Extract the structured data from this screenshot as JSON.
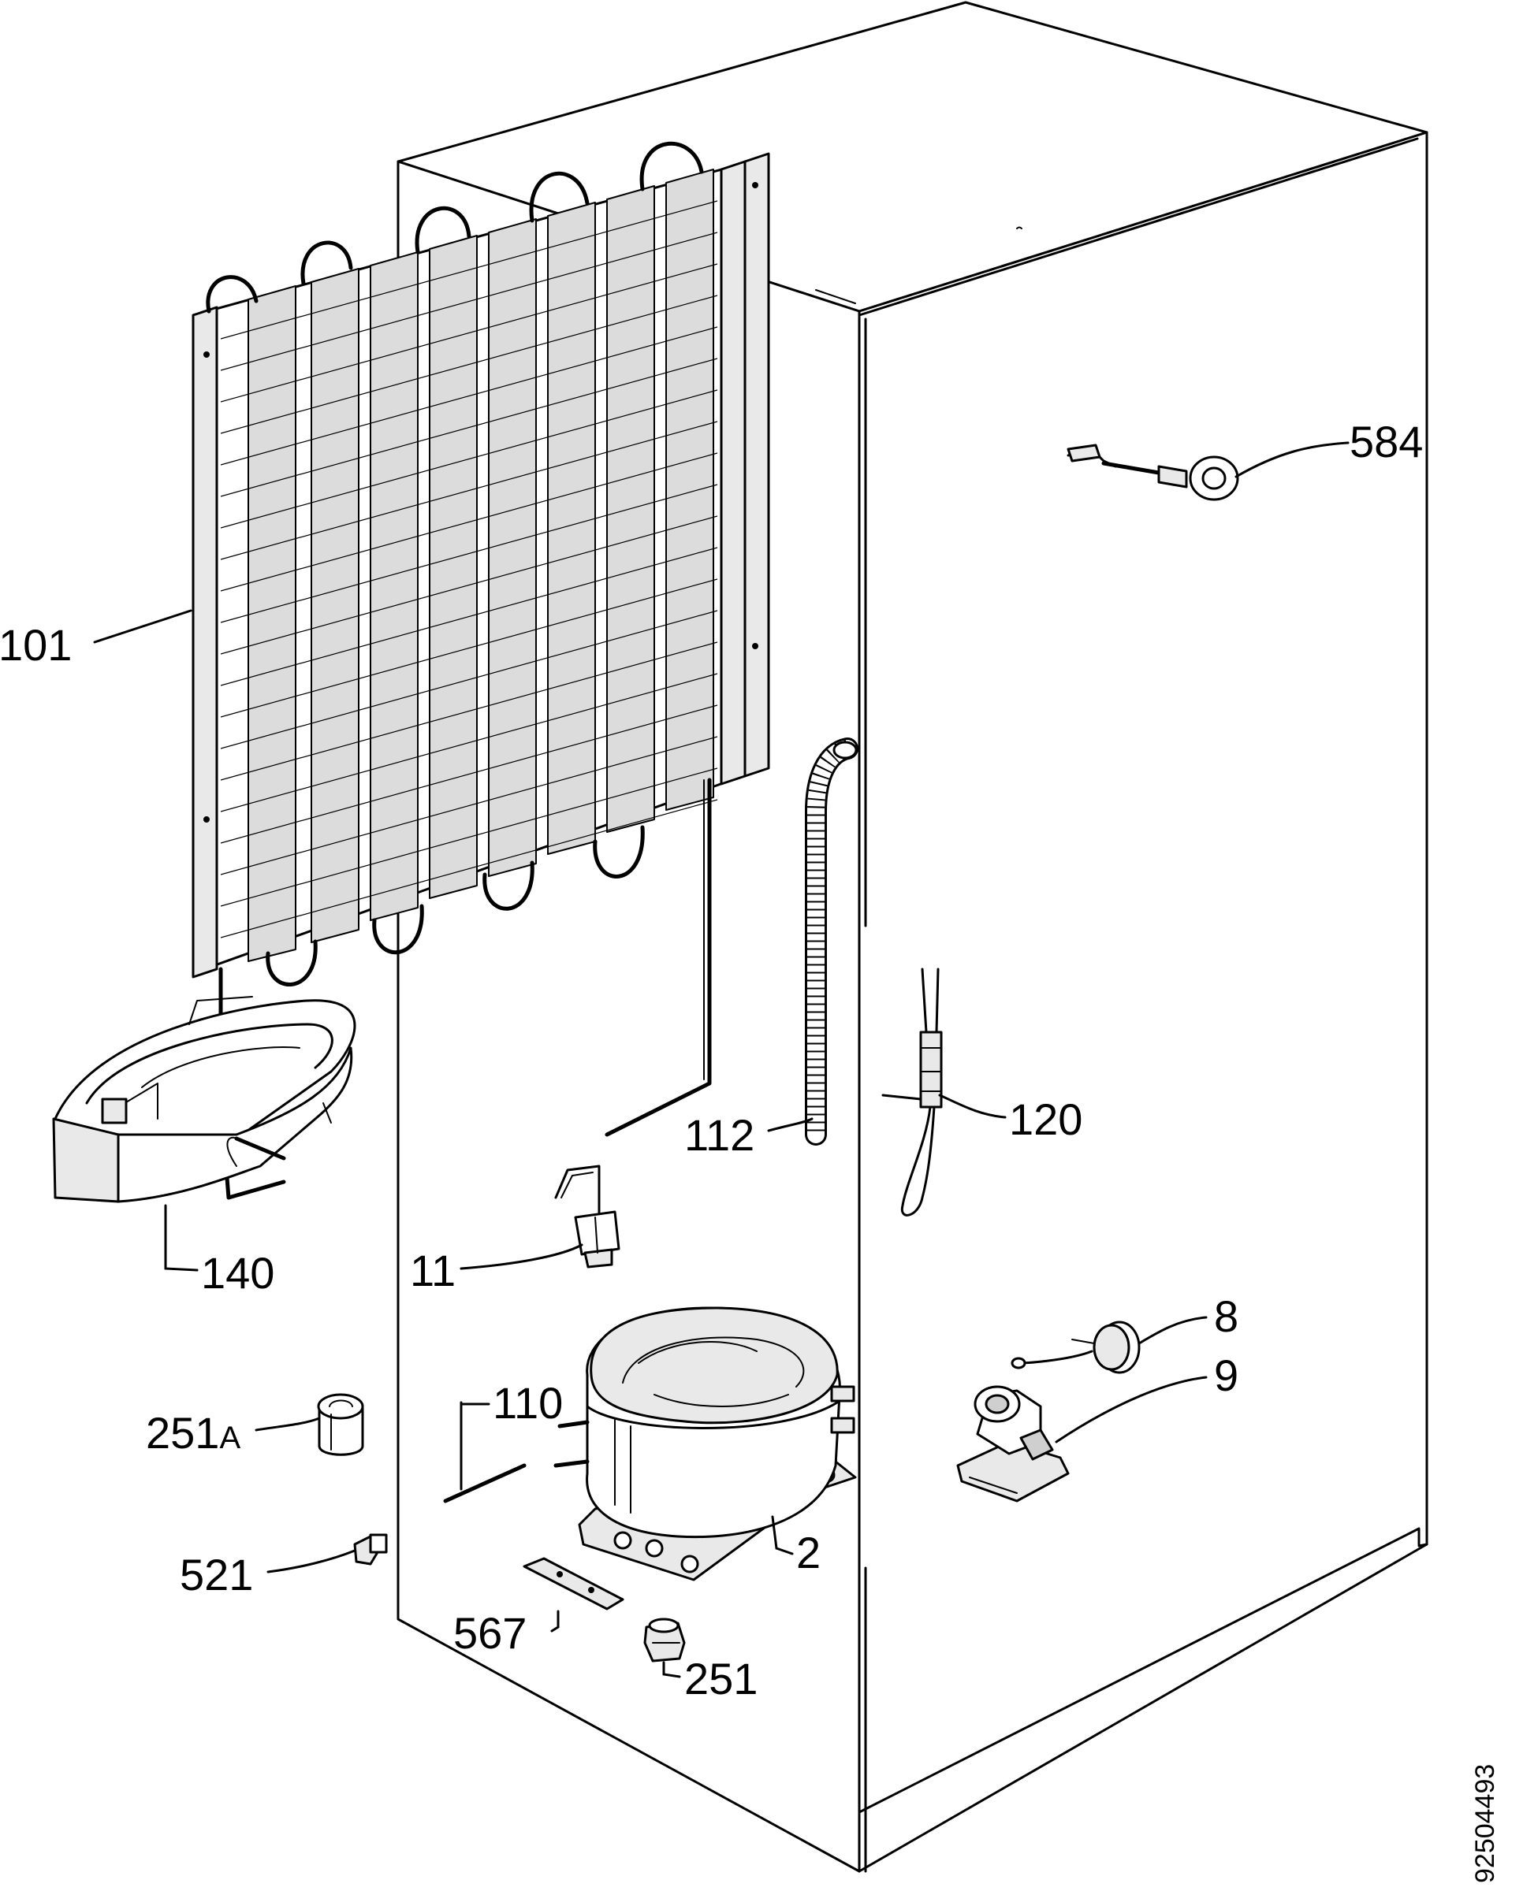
{
  "drawing_number": "92504493",
  "callouts": {
    "p584": "584",
    "p101": "101",
    "p112": "112",
    "p120": "120",
    "p140": "140",
    "p11": "11",
    "p8": "8",
    "p9": "9",
    "p110": "110",
    "p251a": "251",
    "p251a_suffix": "A",
    "p521": "521",
    "p2": "2",
    "p567": "567",
    "p251": "251"
  }
}
